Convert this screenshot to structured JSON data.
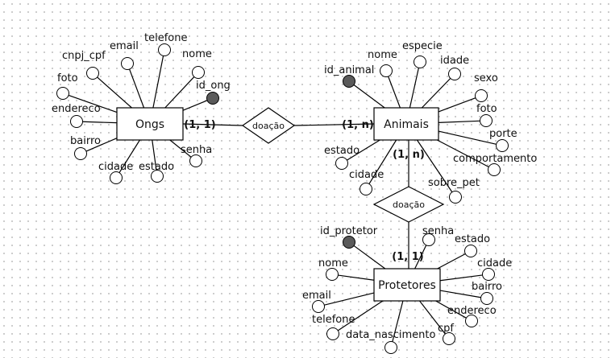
{
  "entities": [
    {
      "id": "ongs",
      "label": "Ongs"
    },
    {
      "id": "animais",
      "label": "Animais"
    },
    {
      "id": "protetores",
      "label": "Protetores"
    }
  ],
  "relationships": [
    {
      "id": "doacao-ongs-animais",
      "label": "doação"
    },
    {
      "id": "doacao-animais-protetores",
      "label": "doação"
    }
  ],
  "cardinalities": [
    {
      "id": "ongs-side",
      "label": "(1, 1)"
    },
    {
      "id": "animais-side-1",
      "label": "(1, n)"
    },
    {
      "id": "animais-side-2",
      "label": "(1, n)"
    },
    {
      "id": "protetores-side",
      "label": "(1, 1)"
    }
  ],
  "attributes": {
    "ongs": [
      {
        "label": "cnpj_cpf",
        "key": false
      },
      {
        "label": "email",
        "key": false
      },
      {
        "label": "telefone",
        "key": false
      },
      {
        "label": "nome",
        "key": false
      },
      {
        "label": "id_ong",
        "key": true
      },
      {
        "label": "foto",
        "key": false
      },
      {
        "label": "endereco",
        "key": false
      },
      {
        "label": "bairro",
        "key": false
      },
      {
        "label": "cidade",
        "key": false
      },
      {
        "label": "estado",
        "key": false
      },
      {
        "label": "senha",
        "key": false
      }
    ],
    "animais": [
      {
        "label": "id_animal",
        "key": true
      },
      {
        "label": "nome",
        "key": false
      },
      {
        "label": "especie",
        "key": false
      },
      {
        "label": "idade",
        "key": false
      },
      {
        "label": "sexo",
        "key": false
      },
      {
        "label": "foto",
        "key": false
      },
      {
        "label": "porte",
        "key": false
      },
      {
        "label": "comportamento",
        "key": false
      },
      {
        "label": "sobre_pet",
        "key": false
      },
      {
        "label": "estado",
        "key": false
      },
      {
        "label": "cidade",
        "key": false
      }
    ],
    "protetores": [
      {
        "label": "id_protetor",
        "key": true
      },
      {
        "label": "nome",
        "key": false
      },
      {
        "label": "senha",
        "key": false
      },
      {
        "label": "estado",
        "key": false
      },
      {
        "label": "cidade",
        "key": false
      },
      {
        "label": "bairro",
        "key": false
      },
      {
        "label": "endereco",
        "key": false
      },
      {
        "label": "cpf",
        "key": false
      },
      {
        "label": "data_nascimento",
        "key": false
      },
      {
        "label": "telefone",
        "key": false
      },
      {
        "label": "email",
        "key": false
      }
    ]
  },
  "colors": {
    "stroke": "#000000",
    "key_fill": "#5a5a5a",
    "attr_fill": "#ffffff",
    "text": "#111111"
  }
}
